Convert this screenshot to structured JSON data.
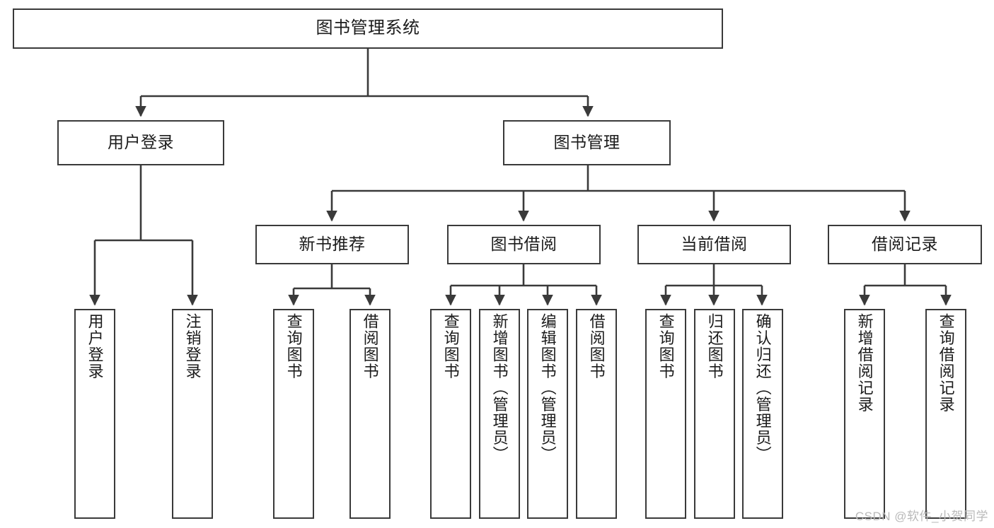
{
  "diagram": {
    "title": "图书管理系统",
    "type": "hierarchy-tree",
    "watermark": "CSDN @软件_小贺同学",
    "colors": {
      "stroke": "#3a3a3a",
      "box_fill": "#ffffff",
      "text": "#1b1b1b",
      "watermark": "#b9b9b9",
      "background": "#ffffff"
    },
    "levels": [
      {
        "level": 1,
        "nodes": [
          {
            "id": "root",
            "label": "图书管理系统",
            "orientation": "horizontal"
          }
        ]
      },
      {
        "level": 2,
        "nodes": [
          {
            "id": "n-user-login",
            "label": "用户登录",
            "orientation": "horizontal",
            "parent": "root"
          },
          {
            "id": "n-book-manage",
            "label": "图书管理",
            "orientation": "horizontal",
            "parent": "root"
          }
        ]
      },
      {
        "level": 3,
        "nodes": [
          {
            "id": "n-new-book-rec",
            "label": "新书推荐",
            "orientation": "horizontal",
            "parent": "n-book-manage"
          },
          {
            "id": "n-book-borrow",
            "label": "图书借阅",
            "orientation": "horizontal",
            "parent": "n-book-manage"
          },
          {
            "id": "n-current-borrow",
            "label": "当前借阅",
            "orientation": "horizontal",
            "parent": "n-book-manage"
          },
          {
            "id": "n-borrow-record",
            "label": "借阅记录",
            "orientation": "horizontal",
            "parent": "n-book-manage"
          }
        ]
      },
      {
        "level": 4,
        "nodes": [
          {
            "id": "l-user-login",
            "label": "用户登录",
            "orientation": "vertical",
            "parent": "n-user-login"
          },
          {
            "id": "l-user-logout",
            "label": "注销登录",
            "orientation": "vertical",
            "parent": "n-user-login"
          },
          {
            "id": "l-rec-query-book",
            "label": "查询图书",
            "orientation": "vertical",
            "parent": "n-new-book-rec"
          },
          {
            "id": "l-rec-borrow-book",
            "label": "借阅图书",
            "orientation": "vertical",
            "parent": "n-new-book-rec"
          },
          {
            "id": "l-br-query-book",
            "label": "查询图书",
            "orientation": "vertical",
            "parent": "n-book-borrow"
          },
          {
            "id": "l-br-add-book",
            "label": "新增图书（管理员）",
            "orientation": "vertical",
            "parent": "n-book-borrow"
          },
          {
            "id": "l-br-edit-book",
            "label": "编辑图书（管理员）",
            "orientation": "vertical",
            "parent": "n-book-borrow"
          },
          {
            "id": "l-br-borrow-book",
            "label": "借阅图书",
            "orientation": "vertical",
            "parent": "n-book-borrow"
          },
          {
            "id": "l-cb-query-book",
            "label": "查询图书",
            "orientation": "vertical",
            "parent": "n-current-borrow"
          },
          {
            "id": "l-cb-return-book",
            "label": "归还图书",
            "orientation": "vertical",
            "parent": "n-current-borrow"
          },
          {
            "id": "l-cb-confirm-return",
            "label": "确认归还（管理员）",
            "orientation": "vertical",
            "parent": "n-current-borrow"
          },
          {
            "id": "l-rec-add-record",
            "label": "新增借阅记录",
            "orientation": "vertical",
            "parent": "n-borrow-record"
          },
          {
            "id": "l-rec-query-record",
            "label": "查询借阅记录",
            "orientation": "vertical",
            "parent": "n-borrow-record"
          }
        ]
      }
    ]
  }
}
